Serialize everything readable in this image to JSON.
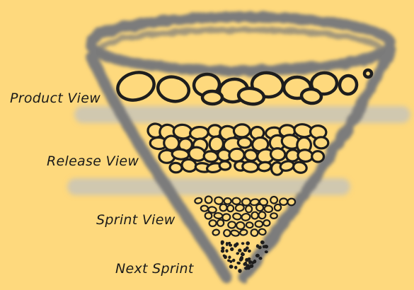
{
  "levels": [
    {
      "label": "Product View"
    },
    {
      "label": "Release View"
    },
    {
      "label": "Sprint View"
    },
    {
      "label": "Next Sprint"
    }
  ],
  "colors": {
    "background": "#fed97d",
    "funnel_stroke": "#7a7a7a",
    "band": "#c9c3b4",
    "item_stroke": "#1d1d1d"
  }
}
